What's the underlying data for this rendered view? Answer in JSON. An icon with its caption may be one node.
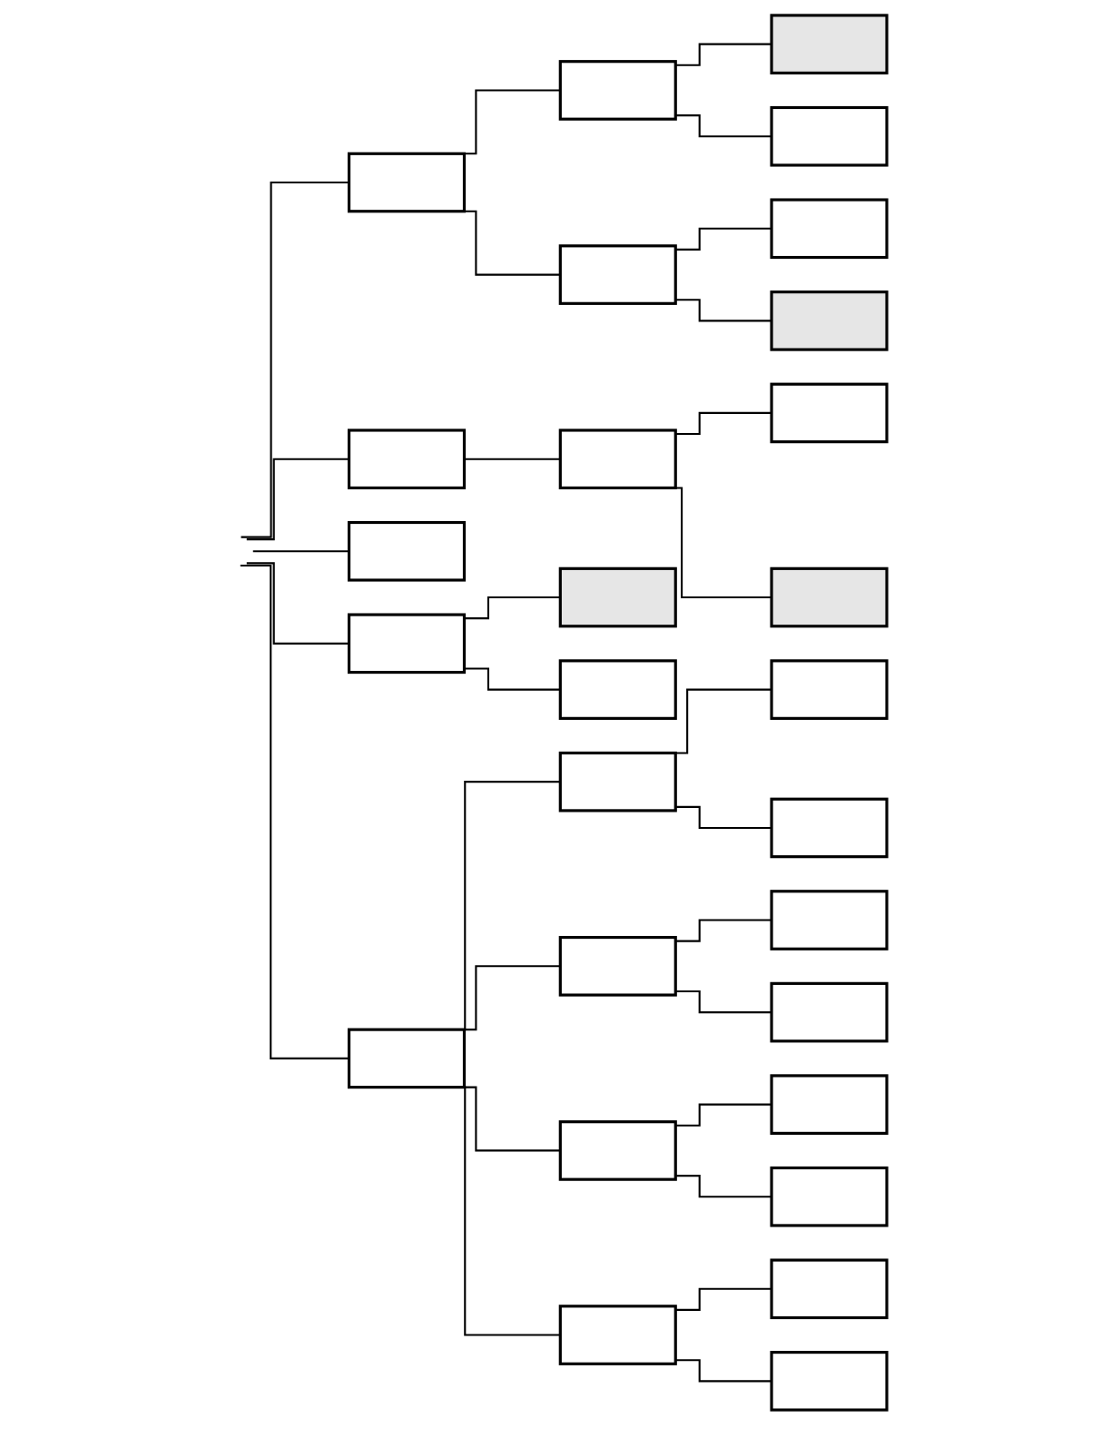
{
  "diagram": {
    "nodes": [
      {
        "text": [],
        "shape": "box"
      },
      {
        "text": [],
        "shape": "box"
      },
      {
        "text": [],
        "shape": "box"
      },
      {
        "text": [],
        "shape": "box"
      },
      {
        "text": [],
        "shape": "box"
      },
      {
        "text": [],
        "shape": "box"
      },
      {
        "text": [],
        "shape": "box"
      },
      {
        "text": [],
        "shape": "box"
      },
      {
        "text": [],
        "shape": "box"
      },
      {
        "text": [],
        "shape": "box"
      },
      {
        "text": [],
        "shape": "box"
      },
      {
        "text": [],
        "shape": "box"
      },
      {
        "text": [],
        "shape": "box"
      },
      {
        "text": [],
        "shape": "box"
      },
      {
        "text": [],
        "shape": "box"
      },
      {
        "text": [],
        "shape": "box"
      },
      {
        "text": [],
        "shape": "box"
      },
      {
        "text": [],
        "shape": "box"
      },
      {
        "text": [],
        "shape": "box"
      },
      {
        "text": [],
        "shape": "box"
      },
      {
        "text": [],
        "shape": "box"
      },
      {
        "text": [],
        "shape": "box"
      },
      {
        "text": [],
        "shape": "box"
      },
      {
        "text": [],
        "shape": "box"
      },
      {
        "text": [],
        "shape": "box"
      },
      {
        "text": [],
        "shape": "box"
      },
      {
        "text": [],
        "shape": "box"
      },
      {
        "text": [],
        "shape": "box"
      }
    ],
    "edges": [
      {
        "from": null,
        "to": 0,
        "arrow": "none"
      },
      {
        "from": null,
        "to": 7,
        "arrow": "none"
      },
      {
        "from": null,
        "to": 11,
        "arrow": "none"
      },
      {
        "from": null,
        "to": 12,
        "arrow": "none"
      },
      {
        "from": null,
        "to": 15,
        "arrow": "none"
      },
      {
        "from": 0,
        "to": 1,
        "arrow": "none"
      },
      {
        "from": 0,
        "to": 4,
        "arrow": "none"
      },
      {
        "from": 1,
        "to": 2,
        "arrow": "none"
      },
      {
        "from": 1,
        "to": 3,
        "arrow": "none"
      },
      {
        "from": 4,
        "to": 5,
        "arrow": "none"
      },
      {
        "from": 4,
        "to": 6,
        "arrow": "none"
      },
      {
        "from": 7,
        "to": 8,
        "arrow": "none"
      },
      {
        "from": 8,
        "to": 9,
        "arrow": "none"
      },
      {
        "from": 8,
        "to": 10,
        "arrow": "none"
      },
      {
        "from": 12,
        "to": 13,
        "arrow": "none"
      },
      {
        "from": 12,
        "to": 14,
        "arrow": "none"
      },
      {
        "from": 15,
        "to": 16,
        "arrow": "none"
      },
      {
        "from": 15,
        "to": 19,
        "arrow": "none"
      },
      {
        "from": 15,
        "to": 22,
        "arrow": "none"
      },
      {
        "from": 15,
        "to": 25,
        "arrow": "none"
      },
      {
        "from": 16,
        "to": 17,
        "arrow": "none"
      },
      {
        "from": 16,
        "to": 18,
        "arrow": "none"
      },
      {
        "from": 19,
        "to": 20,
        "arrow": "none"
      },
      {
        "from": 19,
        "to": 21,
        "arrow": "none"
      },
      {
        "from": 22,
        "to": 23,
        "arrow": "none"
      },
      {
        "from": 22,
        "to": 24,
        "arrow": "none"
      },
      {
        "from": 25,
        "to": 26,
        "arrow": "none"
      },
      {
        "from": 25,
        "to": 27,
        "arrow": "none"
      }
    ]
  }
}
